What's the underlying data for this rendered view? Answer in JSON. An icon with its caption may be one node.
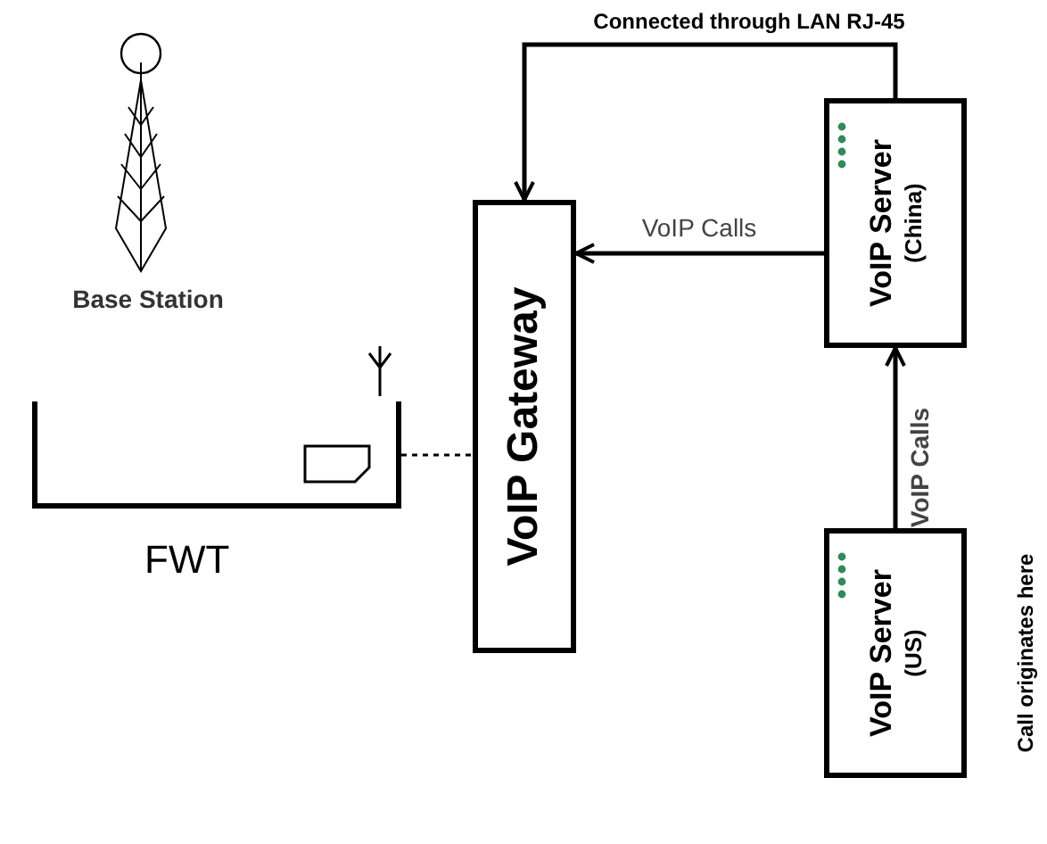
{
  "diagram": {
    "nodes": [
      {
        "text": [
          "VoIP Gateway"
        ]
      },
      {
        "text": [
          "VoIP Server",
          "(China)"
        ]
      },
      {
        "text": [
          "VoIP Server",
          "(US)"
        ],
        "beside": [
          "Call originates here"
        ]
      },
      {
        "text": [
          "FWT"
        ]
      },
      {
        "text": [],
        "shape": "box",
        "in": 3
      }
    ],
    "edges": [
      {
        "from": 1,
        "to": 0,
        "arrow": "to",
        "label": "Connected through LAN RJ-45"
      },
      {
        "from": 1,
        "to": 0,
        "arrow": "to",
        "label": "VoIP Calls"
      },
      {
        "from": 2,
        "to": 1,
        "arrow": "to",
        "label": "VoIP Calls"
      },
      {
        "from": 3,
        "to": 0,
        "arrow": "none",
        "style": "dashed"
      }
    ],
    "labels": [
      "Base Station"
    ]
  }
}
